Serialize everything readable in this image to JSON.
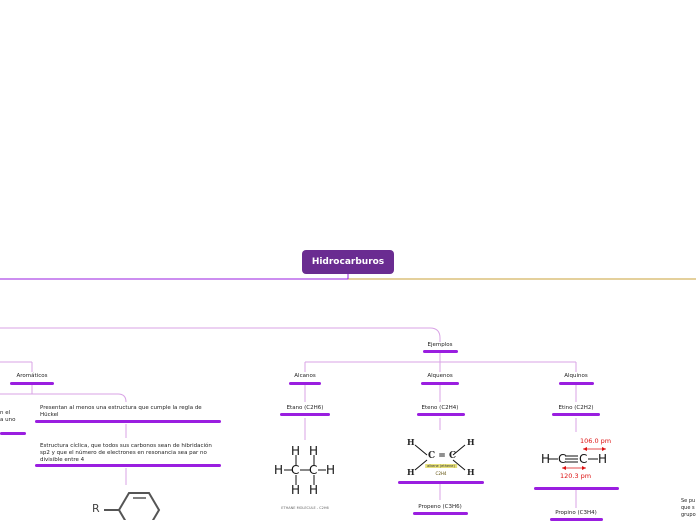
{
  "root": {
    "title": "Hidrocarburos"
  },
  "nodes": {
    "ejemplos": "Ejemplos",
    "aromaticos": "Aromáticos",
    "alcanos": "Alcanos",
    "alquenos": "Alquenos",
    "alquinos": "Alquinos",
    "etano": "Etano (C2H6)",
    "eteno": "Eteno (C2H4)",
    "etino": "Etino (C2H2)",
    "propeno": "Propeno (C3H6)",
    "propino": "Propino (C3H4)",
    "huckel": "Presentan al menos una estructura que cumple la regla de Hückel",
    "ciclica": "Estructura cíclica, que todos sus carbonos sean de hibridación sp2 y que el número de electrones en resonancia sea par no divisible entre 4",
    "left_fragment_1": "n el",
    "left_fragment_2": "a uno",
    "right_fragment_1": "Se pu",
    "right_fragment_2": "que s",
    "right_fragment_3": "grupo"
  },
  "images": {
    "ethane_caption": "ETHANE MOLECULE - C2H6",
    "ethene_label": "alkene (ethene)",
    "ethene_sub": "C2H4",
    "ethyne_angle_top": "106.0 pm",
    "ethyne_angle_bottom": "120.3 pm",
    "benzene_r": "R"
  },
  "colors": {
    "root_bg": "#6a2c91",
    "branch_purple": "#9a1ee0",
    "line_pink": "#d9a3e6",
    "line_gold": "#c8a13a",
    "accent_red": "#d11111"
  }
}
